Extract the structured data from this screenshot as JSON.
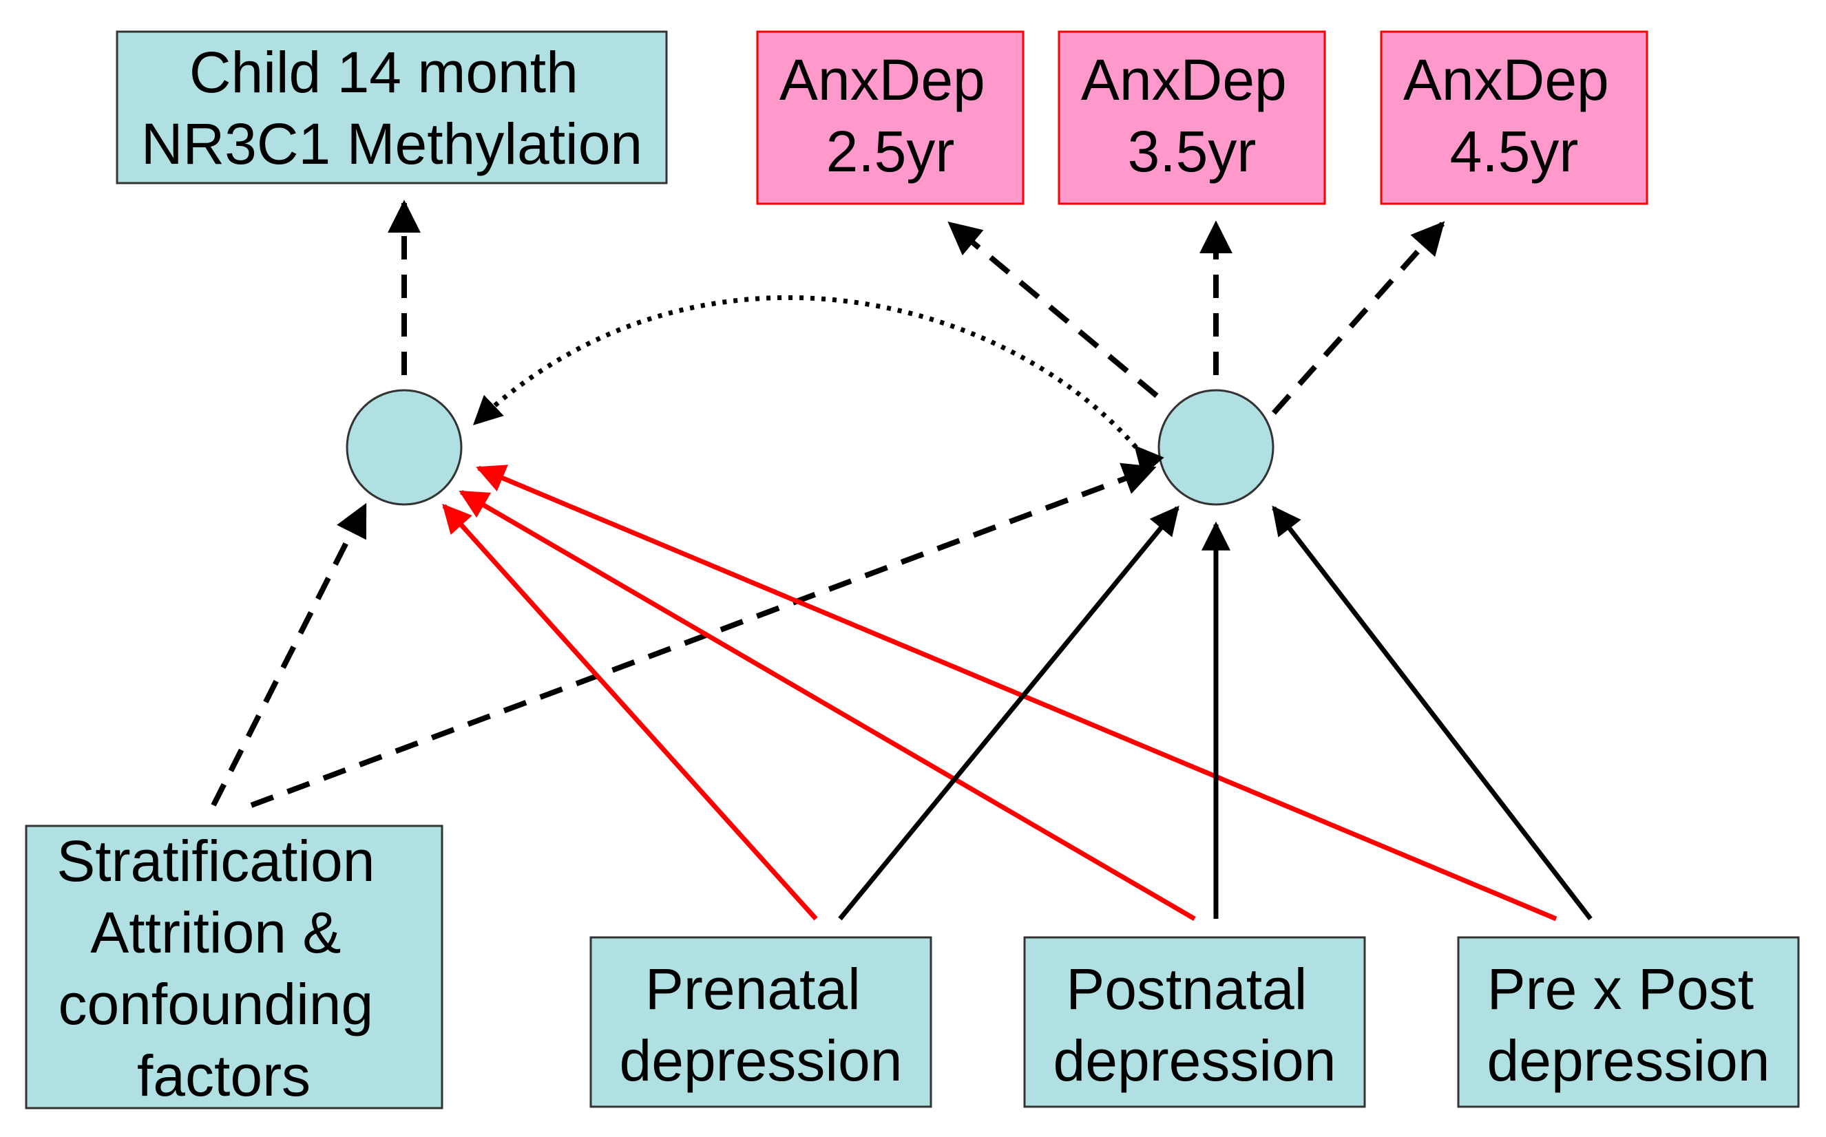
{
  "boxes": {
    "methylation": {
      "lines": [
        "Child 14 month",
        "NR3C1 Methylation"
      ]
    },
    "anxdep_25": {
      "lines": [
        "AnxDep",
        "2.5yr"
      ]
    },
    "anxdep_35": {
      "lines": [
        "AnxDep",
        "3.5yr"
      ]
    },
    "anxdep_45": {
      "lines": [
        "AnxDep",
        "4.5yr"
      ]
    },
    "confounders": {
      "lines": [
        "Stratification",
        "Attrition &",
        "confounding",
        "factors"
      ]
    },
    "prenatal": {
      "lines": [
        "Prenatal",
        "depression"
      ]
    },
    "postnatal": {
      "lines": [
        "Postnatal",
        "depression"
      ]
    },
    "interaction": {
      "lines": [
        "Pre x Post",
        "depression"
      ]
    }
  },
  "colors": {
    "node_fill": "#b0e0e2",
    "outcome_fill": "#ff99cc",
    "outcome_border": "#ff0000",
    "red_path": "#ff0000",
    "black_path": "#000000"
  }
}
